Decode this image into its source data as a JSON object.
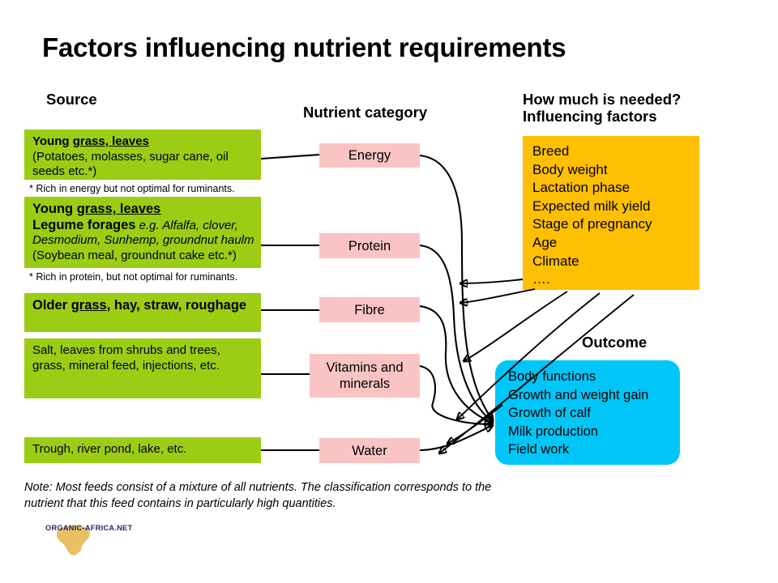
{
  "title": "Factors influencing nutrient requirements",
  "headings": {
    "source": "Source",
    "nutrient": "Nutrient category",
    "needed_line1": "How much is needed?",
    "needed_line2": "Influencing factors",
    "outcome": "Outcome"
  },
  "colors": {
    "source_box": "#9BCD15",
    "nutrient_box": "#FBC4C4",
    "factors_box": "#FFBF02",
    "outcome_box": "#00C6F7",
    "connector": "#000000",
    "logo_text": "#1F2A6E",
    "logo_map": "#E8C063"
  },
  "sources": [
    {
      "id": "energy",
      "title": "Young grass, leaves",
      "title_underline": "grass, leaves",
      "detail": "(Potatoes, molasses, sugar cane, oil seeds etc.*)",
      "footnote": "* Rich in energy but not optimal for ruminants."
    },
    {
      "id": "protein",
      "title": "Young grass, leaves",
      "title_underline": "grass, leaves",
      "subtitle": "Legume forages",
      "subtitle_italic": "e.g. Alfalfa, clover, Desmodium, Sunhemp, groundnut haulm",
      "detail": "(Soybean meal, groundnut cake etc.*)",
      "footnote": "* Rich in protein, but not optimal for ruminants."
    },
    {
      "id": "fibre",
      "title_pre": "Older ",
      "title_underline": "grass",
      "title_post": ", hay, straw, roughage"
    },
    {
      "id": "vitamins",
      "detail": "Salt, leaves from shrubs and trees, grass, mineral feed, injections, etc."
    },
    {
      "id": "water",
      "detail": "Trough, river pond, lake, etc."
    }
  ],
  "nutrients": [
    {
      "id": "energy",
      "label": "Energy"
    },
    {
      "id": "protein",
      "label": "Protein"
    },
    {
      "id": "fibre",
      "label": "Fibre"
    },
    {
      "id": "vitamins",
      "label": "Vitamins and minerals"
    },
    {
      "id": "water",
      "label": "Water"
    }
  ],
  "factors": [
    "Breed",
    "Body weight",
    "Lactation phase",
    "Expected milk yield",
    "Stage of pregnancy",
    "Age",
    "Climate",
    "…."
  ],
  "outcomes": [
    "Body functions",
    "Growth and weight gain",
    "Growth of calf",
    "Milk production",
    "Field work"
  ],
  "note": "Note: Most feeds consist of a mixture of all nutrients. The classification corresponds to the nutrient that this feed contains in particularly high quantities.",
  "logo": {
    "text": "ORGANIC-AFRICA.NET"
  }
}
